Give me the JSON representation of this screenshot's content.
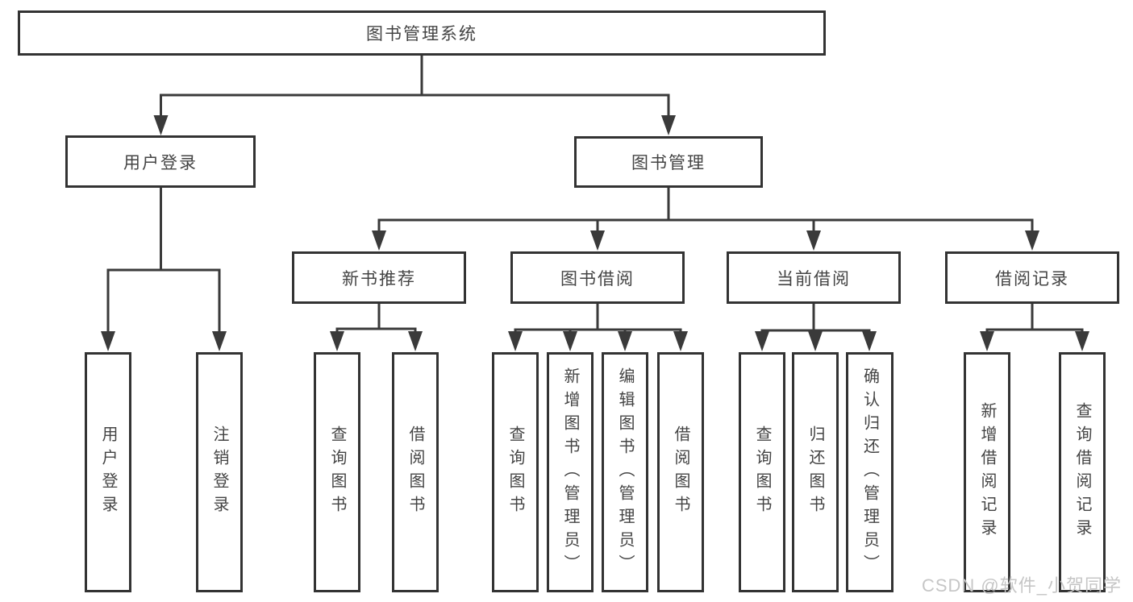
{
  "colors": {
    "line": "#3a3a3a",
    "border": "#333333",
    "text": "#444444",
    "background": "#ffffff",
    "watermark": "#c6c6c6"
  },
  "watermark": {
    "text": "CSDN @软件_小贺同学"
  },
  "nodes": {
    "root": {
      "label": "图书管理系统"
    },
    "user_login": {
      "label": "用户登录"
    },
    "book_mgmt": {
      "label": "图书管理"
    },
    "new_book_rec": {
      "label": "新书推荐"
    },
    "book_borrow": {
      "label": "图书借阅"
    },
    "current_borrow": {
      "label": "当前借阅"
    },
    "borrow_record": {
      "label": "借阅记录"
    },
    "ul_user_login": {
      "label": "用户登录"
    },
    "ul_logout": {
      "label": "注销登录"
    },
    "nb_query_book": {
      "label": "查询图书"
    },
    "nb_borrow_book": {
      "label": "借阅图书"
    },
    "bb_query_book": {
      "label": "查询图书"
    },
    "bb_add_book": {
      "label": "新增图书（管理员）"
    },
    "bb_edit_book": {
      "label": "编辑图书（管理员）"
    },
    "bb_borrow_book": {
      "label": "借阅图书"
    },
    "cb_query_book": {
      "label": "查询图书"
    },
    "cb_return_book": {
      "label": "归还图书"
    },
    "cb_confirm_return": {
      "label": "确认归还（管理员）"
    },
    "br_add_record": {
      "label": "新增借阅记录"
    },
    "br_query_record": {
      "label": "查询借阅记录"
    }
  }
}
